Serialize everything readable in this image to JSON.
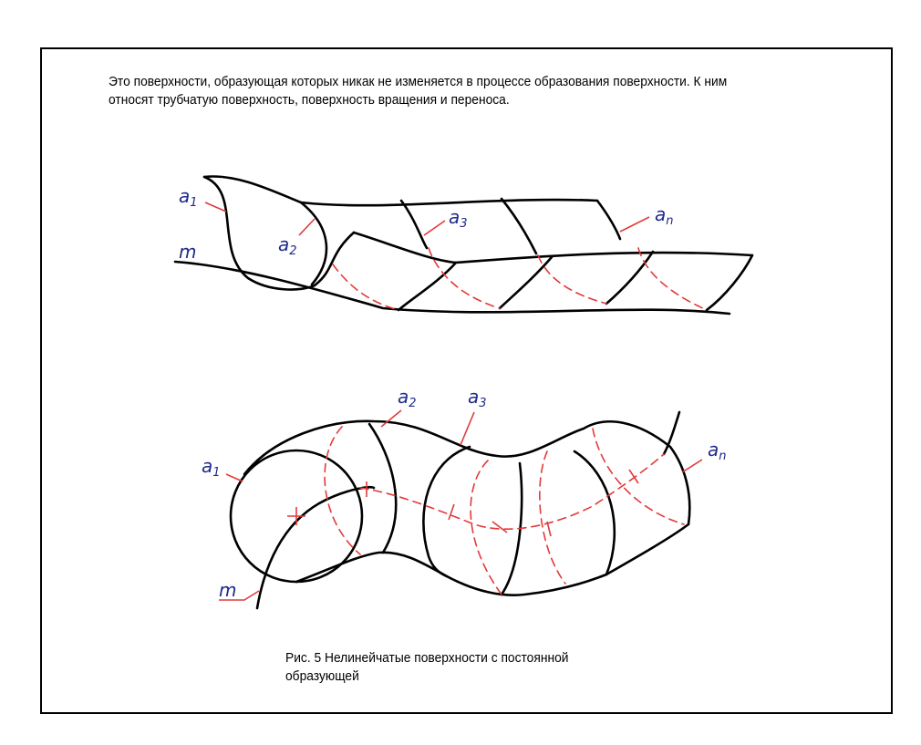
{
  "text": {
    "intro_line1": "Это поверхности, образующая которых никак не изменяется в процессе образования поверхности. К ним",
    "intro_line2": "относят трубчатую поверхность, поверхность вращения и переноса.",
    "caption_line1": "Рис. 5 Нелинейчатые поверхности с постоянной",
    "caption_line2": "образующей"
  },
  "labels": {
    "a": "a",
    "m": "m",
    "sub1": "1",
    "sub2": "2",
    "sub3": "3",
    "subn": "n"
  },
  "colors": {
    "outline": "#000000",
    "hidden_lines": "#e23a3a",
    "labels": "#1f2a8c"
  }
}
